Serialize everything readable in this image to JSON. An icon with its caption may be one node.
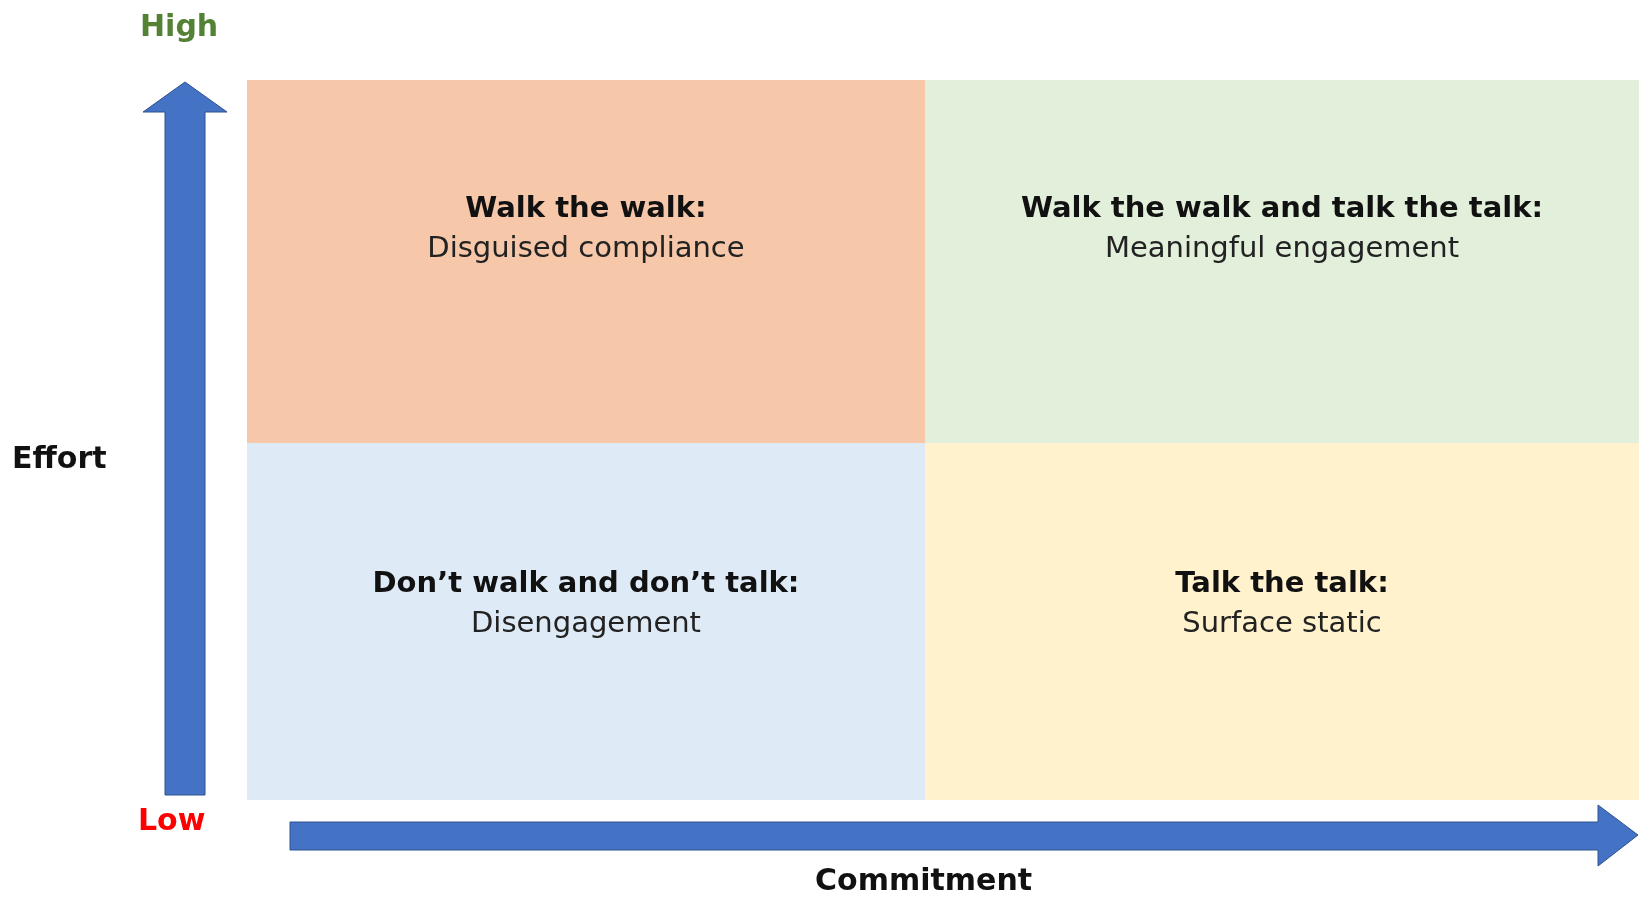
{
  "diagram": {
    "nodes": [
      {
        "text": [
          "Walk the walk:",
          "Disguised compliance"
        ]
      },
      {
        "text": [
          "Walk the walk and talk the talk:",
          "Meaningful engagement"
        ]
      },
      {
        "text": [
          "Don’t walk and don’t talk:",
          "Disengagement"
        ]
      },
      {
        "text": [
          "Talk the talk:",
          "Surface static"
        ]
      }
    ],
    "labels": [
      "High",
      "Effort",
      "Low",
      "Commitment"
    ]
  }
}
